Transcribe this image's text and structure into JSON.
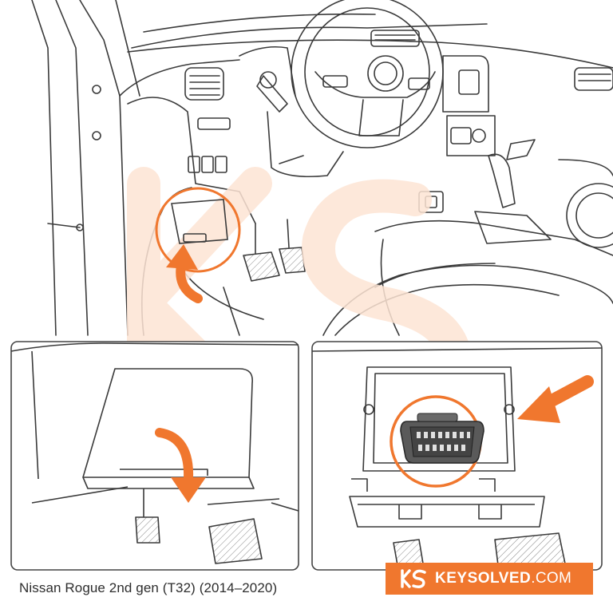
{
  "caption": "Nissan Rogue 2nd gen (T32) (2014–2020)",
  "brand": {
    "name": "KEYSOLVED",
    "domain": ".COM"
  },
  "colors": {
    "accent": "#f0772e",
    "line": "#3a3a3a",
    "watermark": "#fde4d4",
    "panel_border": "#444444"
  },
  "icons": {
    "step1": "curved-arrow-up-icon",
    "step2": "curved-arrow-down-icon",
    "step3": "straight-arrow-icon"
  }
}
